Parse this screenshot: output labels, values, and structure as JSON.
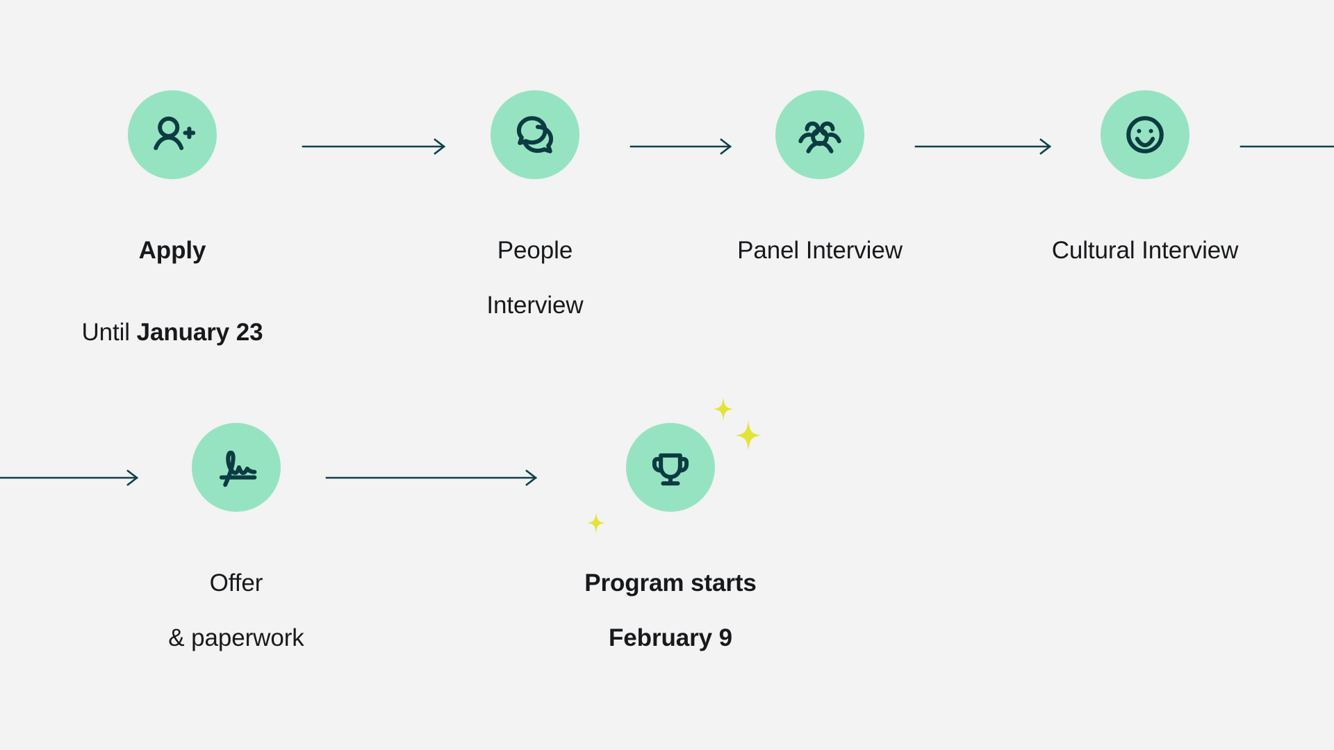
{
  "page": {
    "title": "Hiring Process Timeline",
    "background_color": "#f2f3f2",
    "badge_color": "#96e3c2",
    "icon_color": "#0c3b42",
    "arrow_color": "#0f4049",
    "sparkle_color": "#e3e335",
    "text_color": "#17191c"
  },
  "steps": [
    {
      "id": "apply",
      "icon": "person-add-icon",
      "label_line1": "Apply",
      "label_line2_prefix": "Until ",
      "label_line2_strong": "January 23",
      "bold": true
    },
    {
      "id": "people-interview",
      "icon": "chat-bubbles-icon",
      "label_line1": "People",
      "label_line2": "Interview",
      "bold": false
    },
    {
      "id": "panel-interview",
      "icon": "people-group-icon",
      "label_line1": "Panel Interview",
      "bold": false
    },
    {
      "id": "cultural-interview",
      "icon": "smiley-face-icon",
      "label_line1": "Cultural Interview",
      "bold": false
    },
    {
      "id": "offer",
      "icon": "signature-icon",
      "label_line1": "Offer",
      "label_line2": "& paperwork",
      "bold": false
    },
    {
      "id": "program-start",
      "icon": "trophy-icon",
      "label_line1": "Program starts",
      "label_line2": "February 9",
      "bold": true
    }
  ],
  "connectors": [
    {
      "id": "apply-to-people",
      "has_head": true
    },
    {
      "id": "people-to-panel",
      "has_head": true
    },
    {
      "id": "panel-to-cultural",
      "has_head": true
    },
    {
      "id": "cultural-to-wrap",
      "has_head": false
    },
    {
      "id": "wrap-to-offer",
      "has_head": true
    },
    {
      "id": "offer-to-program",
      "has_head": true
    }
  ],
  "sparkles": [
    {
      "id": "sparkle-top-left"
    },
    {
      "id": "sparkle-top-right"
    },
    {
      "id": "sparkle-bottom-left"
    }
  ]
}
